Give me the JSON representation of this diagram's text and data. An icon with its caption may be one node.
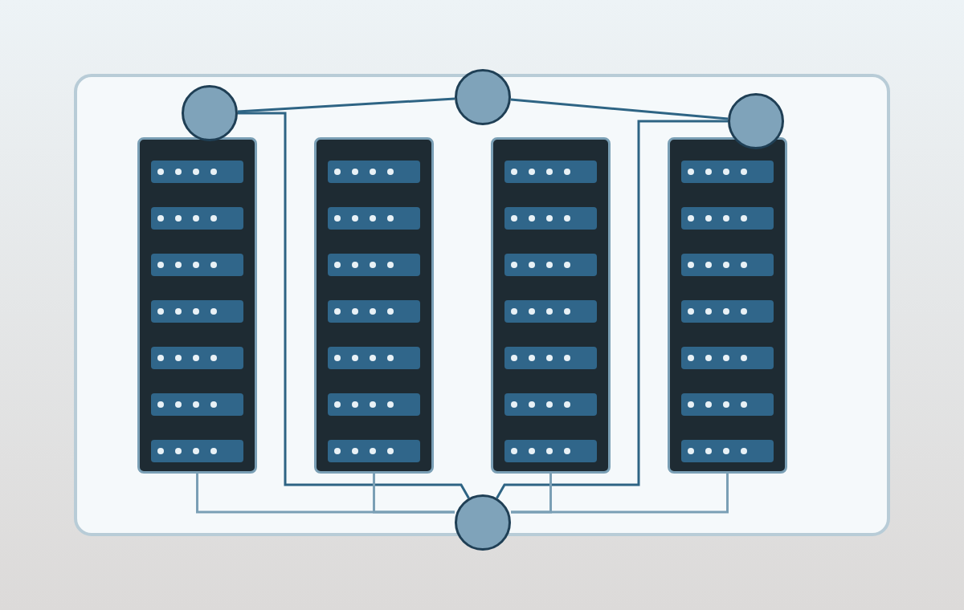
{
  "diagram": {
    "nodes": [
      {
        "text": [],
        "shape": "circle"
      },
      {
        "text": [],
        "shape": "circle"
      },
      {
        "text": [],
        "shape": "circle"
      },
      {
        "text": [],
        "shape": "box"
      },
      {
        "text": [],
        "shape": "box"
      },
      {
        "text": [],
        "shape": "box"
      },
      {
        "text": [],
        "shape": "box"
      },
      {
        "text": [],
        "shape": "circle"
      }
    ],
    "edges": [
      {
        "from": 0,
        "to": 1,
        "arrow": "none"
      },
      {
        "from": 1,
        "to": 2,
        "arrow": "none"
      },
      {
        "from": 0,
        "to": 7,
        "arrow": "none"
      },
      {
        "from": 7,
        "to": 2,
        "arrow": "none"
      },
      {
        "from": 3,
        "to": 7,
        "arrow": "none",
        "color": "#7a9fb5"
      },
      {
        "from": 4,
        "to": 7,
        "arrow": "none",
        "color": "#7a9fb5"
      },
      {
        "from": 5,
        "to": 7,
        "arrow": "none",
        "color": "#7a9fb5"
      },
      {
        "from": 6,
        "to": 7,
        "arrow": "none",
        "color": "#7a9fb5"
      }
    ]
  }
}
